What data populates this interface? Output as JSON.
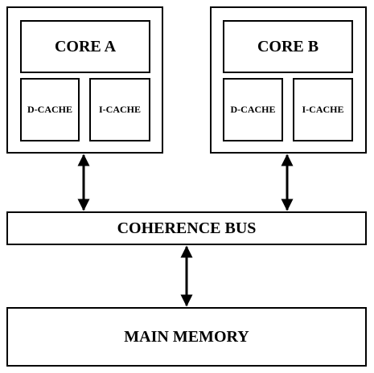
{
  "core_a": {
    "title": "CORE A",
    "dcache": "D-CACHE",
    "icache": "I-CACHE"
  },
  "core_b": {
    "title": "CORE B",
    "dcache": "D-CACHE",
    "icache": "I-CACHE"
  },
  "bus": {
    "label": "COHERENCE BUS"
  },
  "memory": {
    "label": "MAIN MEMORY"
  },
  "colors": {
    "stroke": "#000000",
    "background": "#ffffff"
  }
}
